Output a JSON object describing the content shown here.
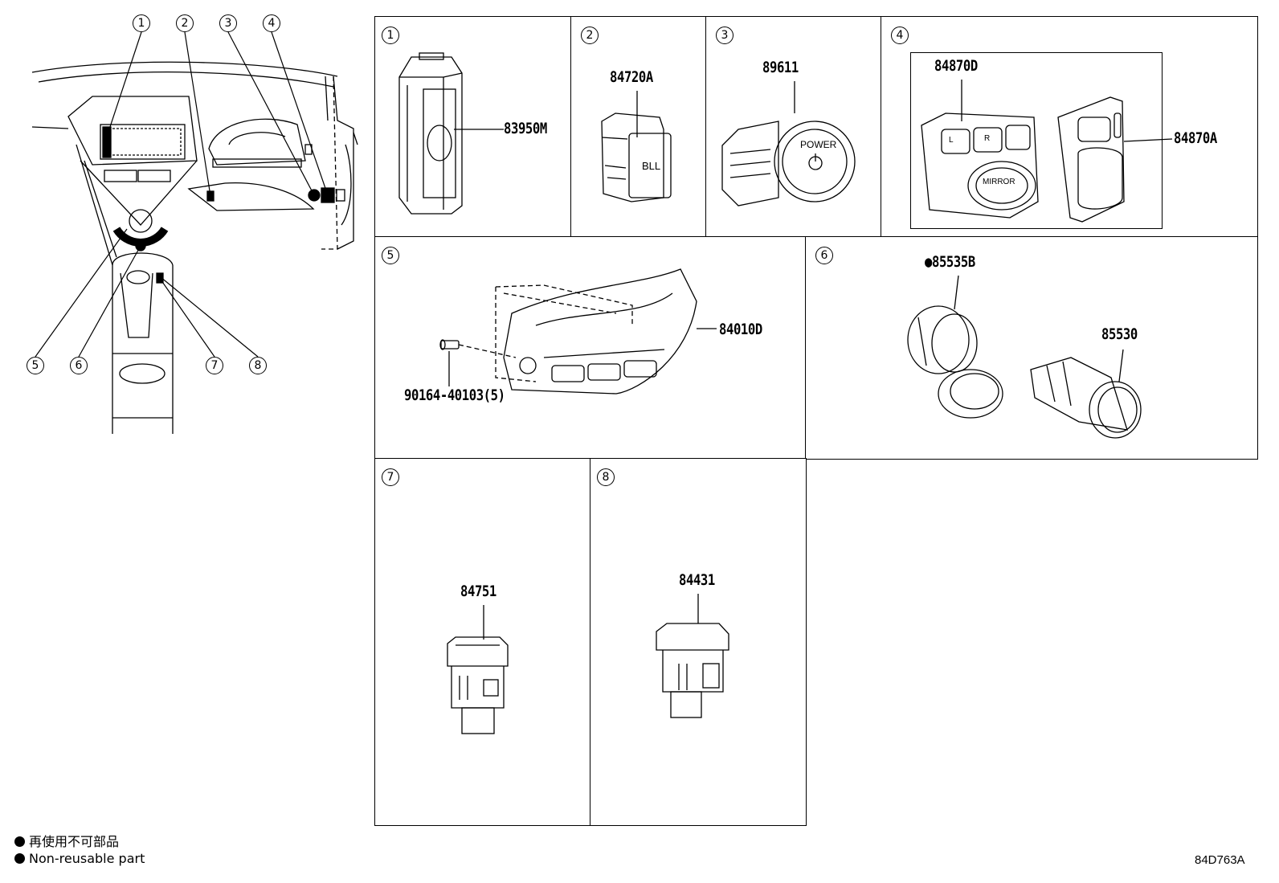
{
  "overview": {
    "callouts": [
      "1",
      "2",
      "3",
      "4",
      "5",
      "6",
      "7",
      "8"
    ]
  },
  "panels": [
    {
      "num": "1",
      "parts": [
        "83950M"
      ]
    },
    {
      "num": "2",
      "parts": [
        "84720A"
      ],
      "label_text": "BLL"
    },
    {
      "num": "3",
      "parts": [
        "89611"
      ],
      "label_text": "POWER"
    },
    {
      "num": "4",
      "parts": [
        "84870D",
        "84870A"
      ],
      "label_text": "MIRROR",
      "switch_letters": [
        "L",
        "R"
      ]
    },
    {
      "num": "5",
      "parts": [
        "84010D",
        "90164-40103(5)"
      ]
    },
    {
      "num": "6",
      "parts": [
        "●85535B",
        "85530"
      ]
    },
    {
      "num": "7",
      "parts": [
        "84751"
      ]
    },
    {
      "num": "8",
      "parts": [
        "84431"
      ]
    }
  ],
  "legend": {
    "line1": "再使用不可部品",
    "line2": "Non-reusable part"
  },
  "diagram_code": "84D763A"
}
